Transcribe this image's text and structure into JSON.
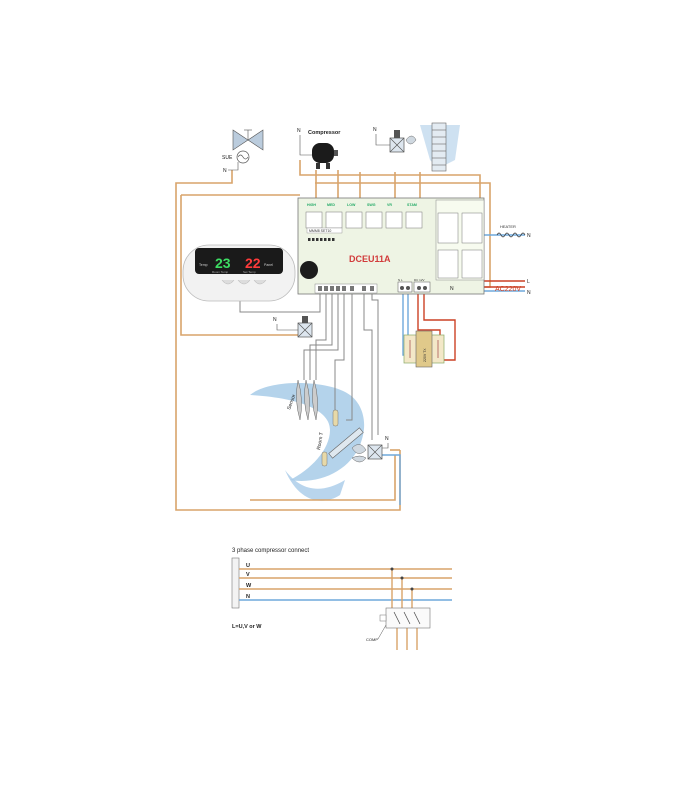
{
  "labels": {
    "sue": "SUE",
    "n": "N",
    "compressor": "Compressor",
    "relays": [
      "HIGH",
      "MED",
      "LOW",
      "SWG",
      "VR",
      "STAM"
    ],
    "board_name": "DCEU11A",
    "board_sub": "MMM8 SET10",
    "heater": "HEATER",
    "l": "L",
    "ac": "AC220V",
    "sensor": "Sensor",
    "room_t": "Room T",
    "terminal_left": "N L",
    "terminal_right": "DC 12V",
    "transformer": "220V TX",
    "phase_title": "3 phase compressor connect",
    "phases": [
      "U",
      "V",
      "W",
      "N"
    ],
    "phase_note": "L=U,V or W",
    "comp": "COMP"
  },
  "display": {
    "temp_room": "23",
    "temp_set": "22",
    "room_caption": "Room Temp",
    "set_caption": "Set Temp",
    "mode": "Temp",
    "panel": "Panel"
  },
  "colors": {
    "wire_orange": "#d9a46a",
    "wire_gray": "#888888",
    "wire_blue": "#6fa8dc",
    "wire_red": "#cc4125",
    "board": "#eef4e4",
    "airflow": "#a7cbe8",
    "display_bg": "#1a1a1a",
    "digit_green": "#3ddc63",
    "digit_red": "#ff3b3b"
  }
}
